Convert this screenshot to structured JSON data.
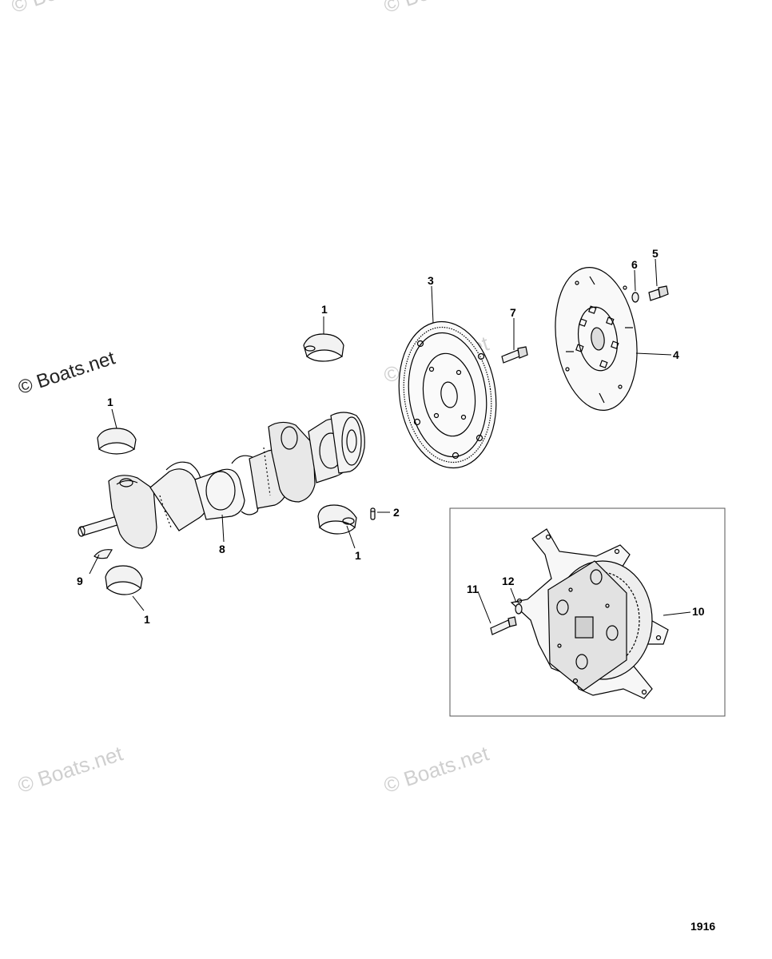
{
  "watermark": "© Boats.net",
  "figure_number": "1916",
  "callouts": {
    "bearing_top": "1",
    "bearing_left": "1",
    "bearing_right": "1",
    "bearing_bottom": "1",
    "pin": "2",
    "flywheel": "3",
    "coupler_disc": "4",
    "bolt_disc": "5",
    "washer_disc": "6",
    "bolt_flywheel": "7",
    "crankshaft": "8",
    "key": "9",
    "drive_plate": "10",
    "bolt_inset": "11",
    "washer_inset": "12"
  }
}
